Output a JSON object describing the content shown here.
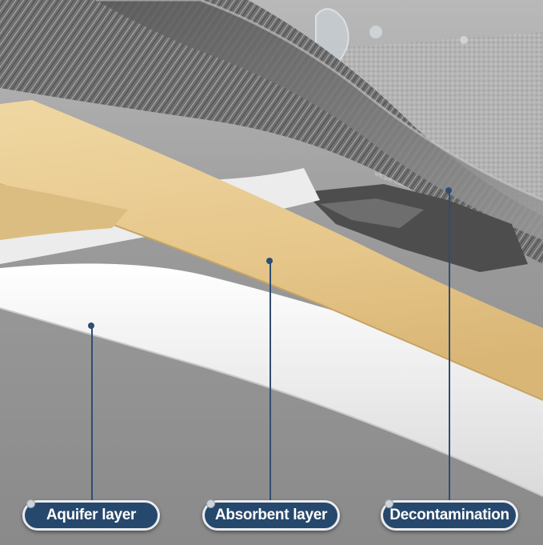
{
  "labels": {
    "aquifer": "Aquifer layer",
    "absorbent": "Absorbent layer",
    "decontamination": "Decontamination"
  },
  "colors": {
    "label_background": "#27486d",
    "label_border": "#e9ecf0",
    "label_text": "#ffffff",
    "leader_line": "#2f4e72",
    "absorbent_foam": "#e8c98a",
    "aquifer_cloth": "#f4f4f4",
    "microfiber": "#6e6e6e",
    "background": "#8e8e8e"
  }
}
